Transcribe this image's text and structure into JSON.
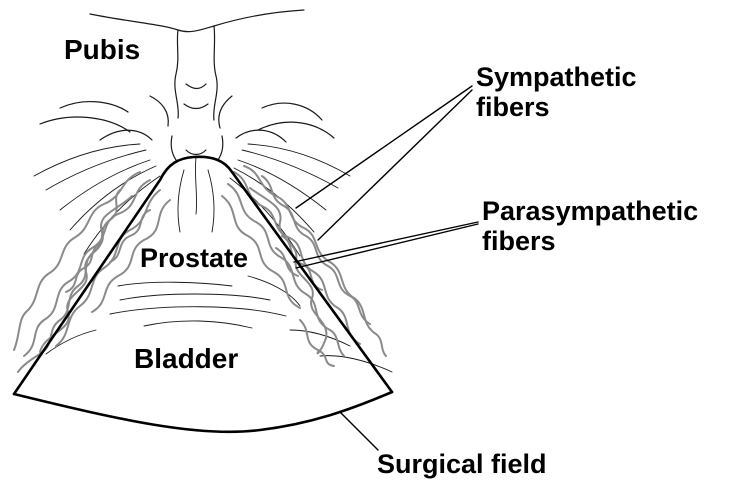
{
  "labels": {
    "pubis": "Pubis",
    "sympathetic_line1": "Sympathetic",
    "sympathetic_line2": "fibers",
    "parasympathetic_line1": "Parasympathetic",
    "parasympathetic_line2": "fibers",
    "prostate": "Prostate",
    "bladder": "Bladder",
    "surgical_field": "Surgical field"
  },
  "colors": {
    "outline": "#000000",
    "nerve_fibers": "#8a8a8a",
    "sketch": "#1a1a1a",
    "background": "#ffffff"
  }
}
